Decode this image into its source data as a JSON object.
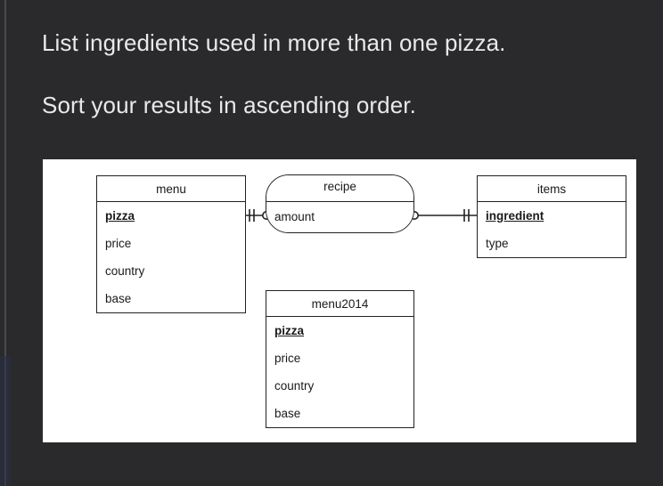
{
  "page": {
    "background_color": "#2a2a2c",
    "text_color": "#e9e9ea",
    "panel_color": "#ffffff",
    "line_color": "#222222"
  },
  "question": {
    "line1": "List ingredients used in more than one pizza.",
    "line2": "Sort your results in ascending order."
  },
  "diagram": {
    "type": "entity-relationship",
    "notation": "crow's foot",
    "entities": [
      {
        "id": "menu",
        "name": "menu",
        "shape": "rectangle",
        "attributes": [
          {
            "name": "pizza",
            "primary_key": true
          },
          {
            "name": "price",
            "primary_key": false
          },
          {
            "name": "country",
            "primary_key": false
          },
          {
            "name": "base",
            "primary_key": false
          }
        ]
      },
      {
        "id": "recipe",
        "name": "recipe",
        "shape": "rounded-rectangle",
        "attributes": [
          {
            "name": "amount",
            "primary_key": false
          }
        ]
      },
      {
        "id": "items",
        "name": "items",
        "shape": "rectangle",
        "attributes": [
          {
            "name": "ingredient",
            "primary_key": true
          },
          {
            "name": "type",
            "primary_key": false
          }
        ]
      },
      {
        "id": "menu2014",
        "name": "menu2014",
        "shape": "rectangle",
        "attributes": [
          {
            "name": "pizza",
            "primary_key": true
          },
          {
            "name": "price",
            "primary_key": false
          },
          {
            "name": "country",
            "primary_key": false
          },
          {
            "name": "base",
            "primary_key": false
          }
        ]
      }
    ],
    "relationships": [
      {
        "id": "menu-recipe",
        "from": "menu",
        "to": "recipe",
        "from_cardinality": "one-and-only-one",
        "to_cardinality": "zero-or-many"
      },
      {
        "id": "recipe-items",
        "from": "recipe",
        "to": "items",
        "from_cardinality": "zero-or-many",
        "to_cardinality": "one-and-only-one"
      }
    ]
  }
}
